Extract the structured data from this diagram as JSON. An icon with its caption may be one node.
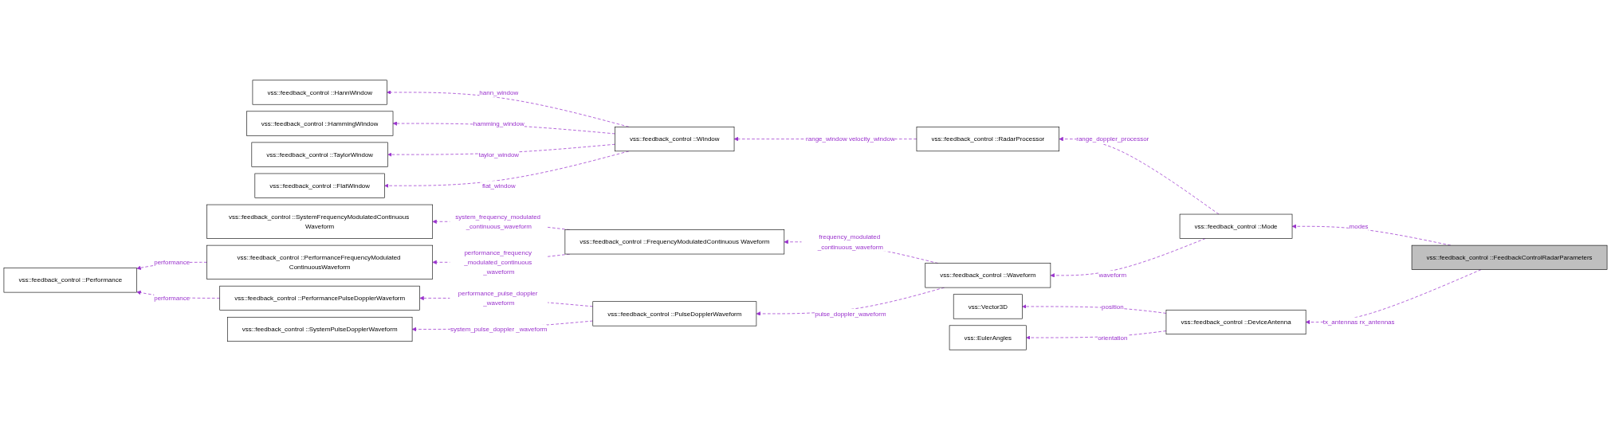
{
  "diagram": {
    "nodes": [
      {
        "text": [
          "vss::feedback_control ::HannWindow"
        ]
      },
      {
        "text": [
          "vss::feedback_control ::HammingWindow"
        ]
      },
      {
        "text": [
          "vss::feedback_control ::TaylorWindow"
        ]
      },
      {
        "text": [
          "vss::feedback_control ::FlatWindow"
        ]
      },
      {
        "text": [
          "vss::feedback_control ::Performance"
        ]
      },
      {
        "text": [
          "vss::feedback_control ::SystemFrequencyModulatedContinuous Waveform"
        ]
      },
      {
        "text": [
          "vss::feedback_control ::PerformanceFrequencyModulated ContinuousWaveform"
        ]
      },
      {
        "text": [
          "vss::feedback_control ::PerformancePulseDopplerWaveform"
        ]
      },
      {
        "text": [
          "vss::feedback_control ::SystemPulseDopplerWaveform"
        ]
      },
      {
        "text": [
          "vss::feedback_control ::Window"
        ]
      },
      {
        "text": [
          "vss::feedback_control ::FrequencyModulatedContinuous Waveform"
        ]
      },
      {
        "text": [
          "vss::feedback_control ::PulseDopplerWaveform"
        ]
      },
      {
        "text": [
          "vss::feedback_control ::RadarProcessor"
        ]
      },
      {
        "text": [
          "vss::feedback_control ::Waveform"
        ]
      },
      {
        "text": [
          "vss::Vector3D"
        ]
      },
      {
        "text": [
          "vss::EulerAngles"
        ]
      },
      {
        "text": [
          "vss::feedback_control ::Mode"
        ]
      },
      {
        "text": [
          "vss::feedback_control ::DeviceAntenna"
        ]
      },
      {
        "text": [
          "vss::feedback_control ::FeedbackControlRadarParameters"
        ]
      }
    ],
    "edges": [
      {
        "from": 9,
        "to": 0,
        "arrow": "to",
        "label": "hann_window",
        "style": "dashed"
      },
      {
        "from": 9,
        "to": 1,
        "arrow": "to",
        "label": "hamming_window",
        "style": "dashed"
      },
      {
        "from": 9,
        "to": 2,
        "arrow": "to",
        "label": "taylor_window",
        "style": "dashed"
      },
      {
        "from": 9,
        "to": 3,
        "arrow": "to",
        "label": "flat_window",
        "style": "dashed"
      },
      {
        "from": 6,
        "to": 4,
        "arrow": "to",
        "label": "performance",
        "style": "dashed"
      },
      {
        "from": 7,
        "to": 4,
        "arrow": "to",
        "label": "performance",
        "style": "dashed"
      },
      {
        "from": 10,
        "to": 5,
        "arrow": "to",
        "label": "system_frequency_modulated _continuous_waveform",
        "style": "dashed"
      },
      {
        "from": 10,
        "to": 6,
        "arrow": "to",
        "label": "performance_frequency _modulated_continuous _waveform",
        "style": "dashed"
      },
      {
        "from": 11,
        "to": 7,
        "arrow": "to",
        "label": "performance_pulse_doppler _waveform",
        "style": "dashed"
      },
      {
        "from": 11,
        "to": 8,
        "arrow": "to",
        "label": "system_pulse_doppler _waveform",
        "style": "dashed"
      },
      {
        "from": 12,
        "to": 9,
        "arrow": "to",
        "label": "range_window velocity_window",
        "style": "dashed"
      },
      {
        "from": 13,
        "to": 10,
        "arrow": "to",
        "label": "frequency_modulated _continuous_waveform",
        "style": "dashed"
      },
      {
        "from": 13,
        "to": 11,
        "arrow": "to",
        "label": "pulse_doppler_waveform",
        "style": "dashed"
      },
      {
        "from": 16,
        "to": 12,
        "arrow": "to",
        "label": "range_doppler_processor",
        "style": "dashed"
      },
      {
        "from": 16,
        "to": 13,
        "arrow": "to",
        "label": "waveform",
        "style": "dashed"
      },
      {
        "from": 17,
        "to": 14,
        "arrow": "to",
        "label": "position",
        "style": "dashed"
      },
      {
        "from": 17,
        "to": 15,
        "arrow": "to",
        "label": "orientation",
        "style": "dashed"
      },
      {
        "from": 18,
        "to": 16,
        "arrow": "to",
        "label": "modes",
        "style": "dashed"
      },
      {
        "from": 18,
        "to": 17,
        "arrow": "to",
        "label": "tx_antennas rx_antennas",
        "style": "dashed"
      }
    ]
  }
}
